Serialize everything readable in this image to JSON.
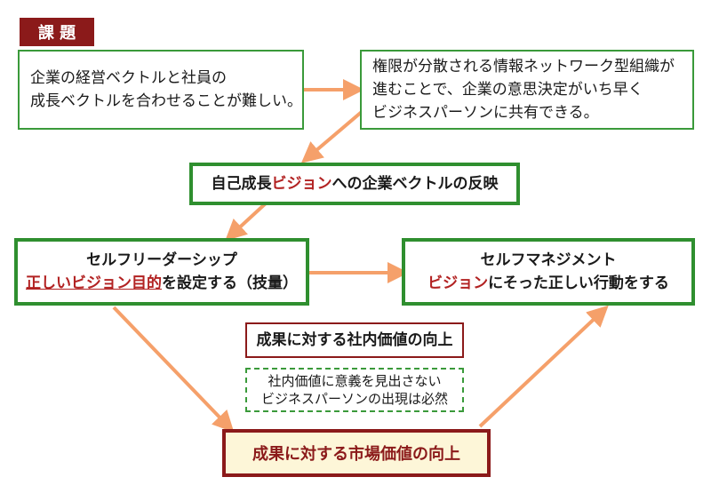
{
  "tag": "課 題",
  "problem_left": {
    "line1": "企業の経営ベクトルと社員の",
    "line2": "成長ベクトルを合わせることが難しい。"
  },
  "problem_right": {
    "line1": "権限が分散される情報ネットワーク型組織が",
    "line2": "進むことで、企業の意思決定がいち早く",
    "line3": "ビジネスパーソンに共有できる。"
  },
  "reflect": {
    "pre": "自己成長",
    "highlight": "ビジョン",
    "post": "への企業ベクトルの反映"
  },
  "self_leadership": {
    "title": "セルフリーダーシップ",
    "highlight": "正しいビジョン目的",
    "post": "を設定する（技量）"
  },
  "self_management": {
    "title": "セルフマネジメント",
    "highlight": "ビジョン",
    "post": "にそった正しい行動をする"
  },
  "internal_value": "成果に対する社内価値の向上",
  "note": {
    "line1": "社内価値に意義を見出さない",
    "line2": "ビジネスパーソンの出現は必然"
  },
  "market_value": "成果に対する市場価値の向上",
  "colors": {
    "arrow": "#f5a06a",
    "green": "#2f8f2f",
    "maroon": "#8b1a1a",
    "highlight": "#b22222"
  }
}
